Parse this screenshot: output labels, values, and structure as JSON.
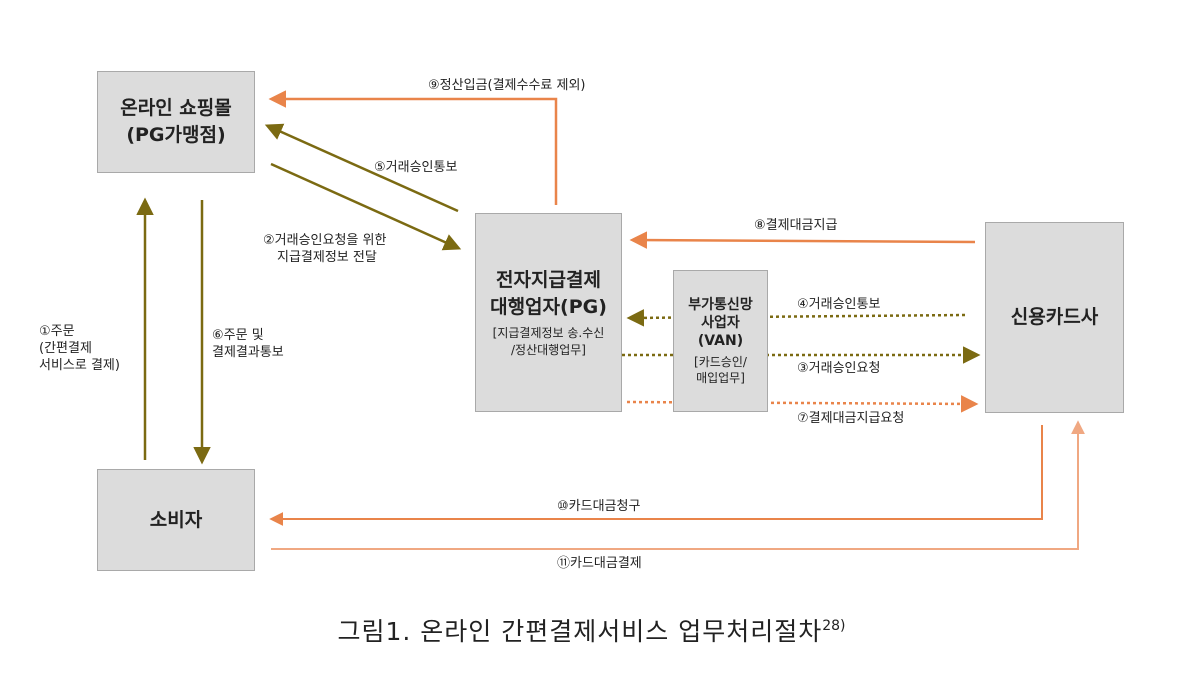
{
  "nodes": {
    "shop": {
      "line1": "온라인 쇼핑몰",
      "line2": "(PG가맹점)"
    },
    "consumer": {
      "name": "소비자"
    },
    "pg": {
      "line1": "전자지급결제",
      "line2": "대행업자(PG)",
      "sub1": "[지급결제정보 송.수신",
      "sub2": "/정산대행업무]"
    },
    "van": {
      "line1": "부가통신망",
      "line2": "사업자",
      "line3": "(VAN)",
      "sub1": "[카드승인/",
      "sub2": "매입업무]"
    },
    "card": {
      "name": "신용카드사"
    }
  },
  "flows": {
    "f1": {
      "line1": "①주문",
      "line2": "(간편결제",
      "line3": "서비스로 결제)"
    },
    "f2": {
      "line1": "②거래승인요청을 위한",
      "line2": "지급결제정보 전달"
    },
    "f3": "③거래승인요청",
    "f4": "④거래승인통보",
    "f5": "⑤거래승인통보",
    "f6": {
      "line1": "⑥주문 및",
      "line2": "결제결과통보"
    },
    "f7": "⑦결제대금지급요청",
    "f8": "⑧결제대금지급",
    "f9": "⑨정산입금(결제수수료 제외)",
    "f10": "⑩카드대금청구",
    "f11": "⑪카드대금결제"
  },
  "caption": {
    "text": "그림1. 온라인 간편결제서비스 업무처리절차",
    "note": "28)"
  },
  "colors": {
    "olive": "#7b6a12",
    "orange": "#e9844a",
    "orange_light": "#f0a882",
    "box_fill": "#dcdcdc",
    "box_border": "#a9a9a9"
  }
}
